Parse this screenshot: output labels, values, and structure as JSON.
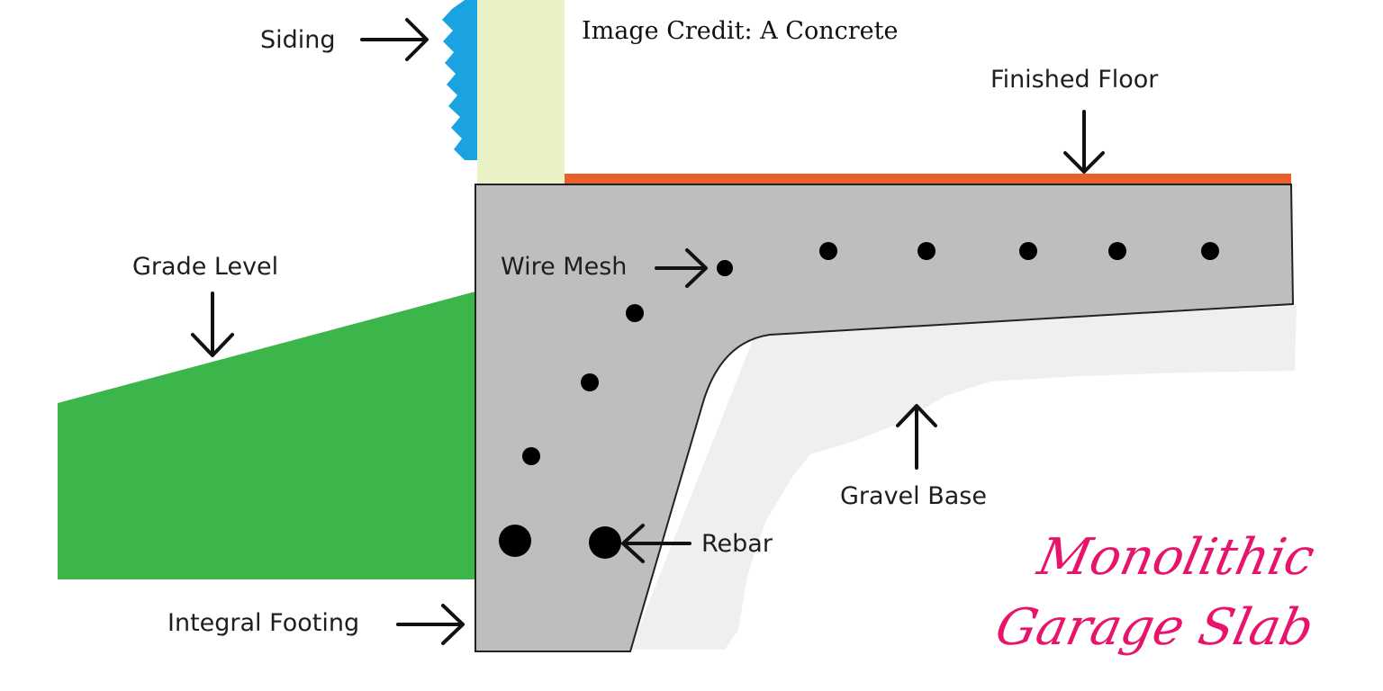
{
  "credit": "Image Credit: A Concrete",
  "title": {
    "line1": "Monolithic",
    "line2": "Garage Slab"
  },
  "labels": {
    "siding": "Siding",
    "finished_floor": "Finished Floor",
    "grade_level": "Grade Level",
    "wire_mesh": "Wire Mesh",
    "gravel_base": "Gravel Base",
    "rebar": "Rebar",
    "integral_footing": "Integral Footing"
  },
  "colors": {
    "concrete": "#bdbec0",
    "grade": "#3cb54a",
    "floor": "#e8612c",
    "wall": "#e9f2c4",
    "siding": "#1aa3e0",
    "gravel": "#efefef",
    "title": "#e8146c"
  }
}
